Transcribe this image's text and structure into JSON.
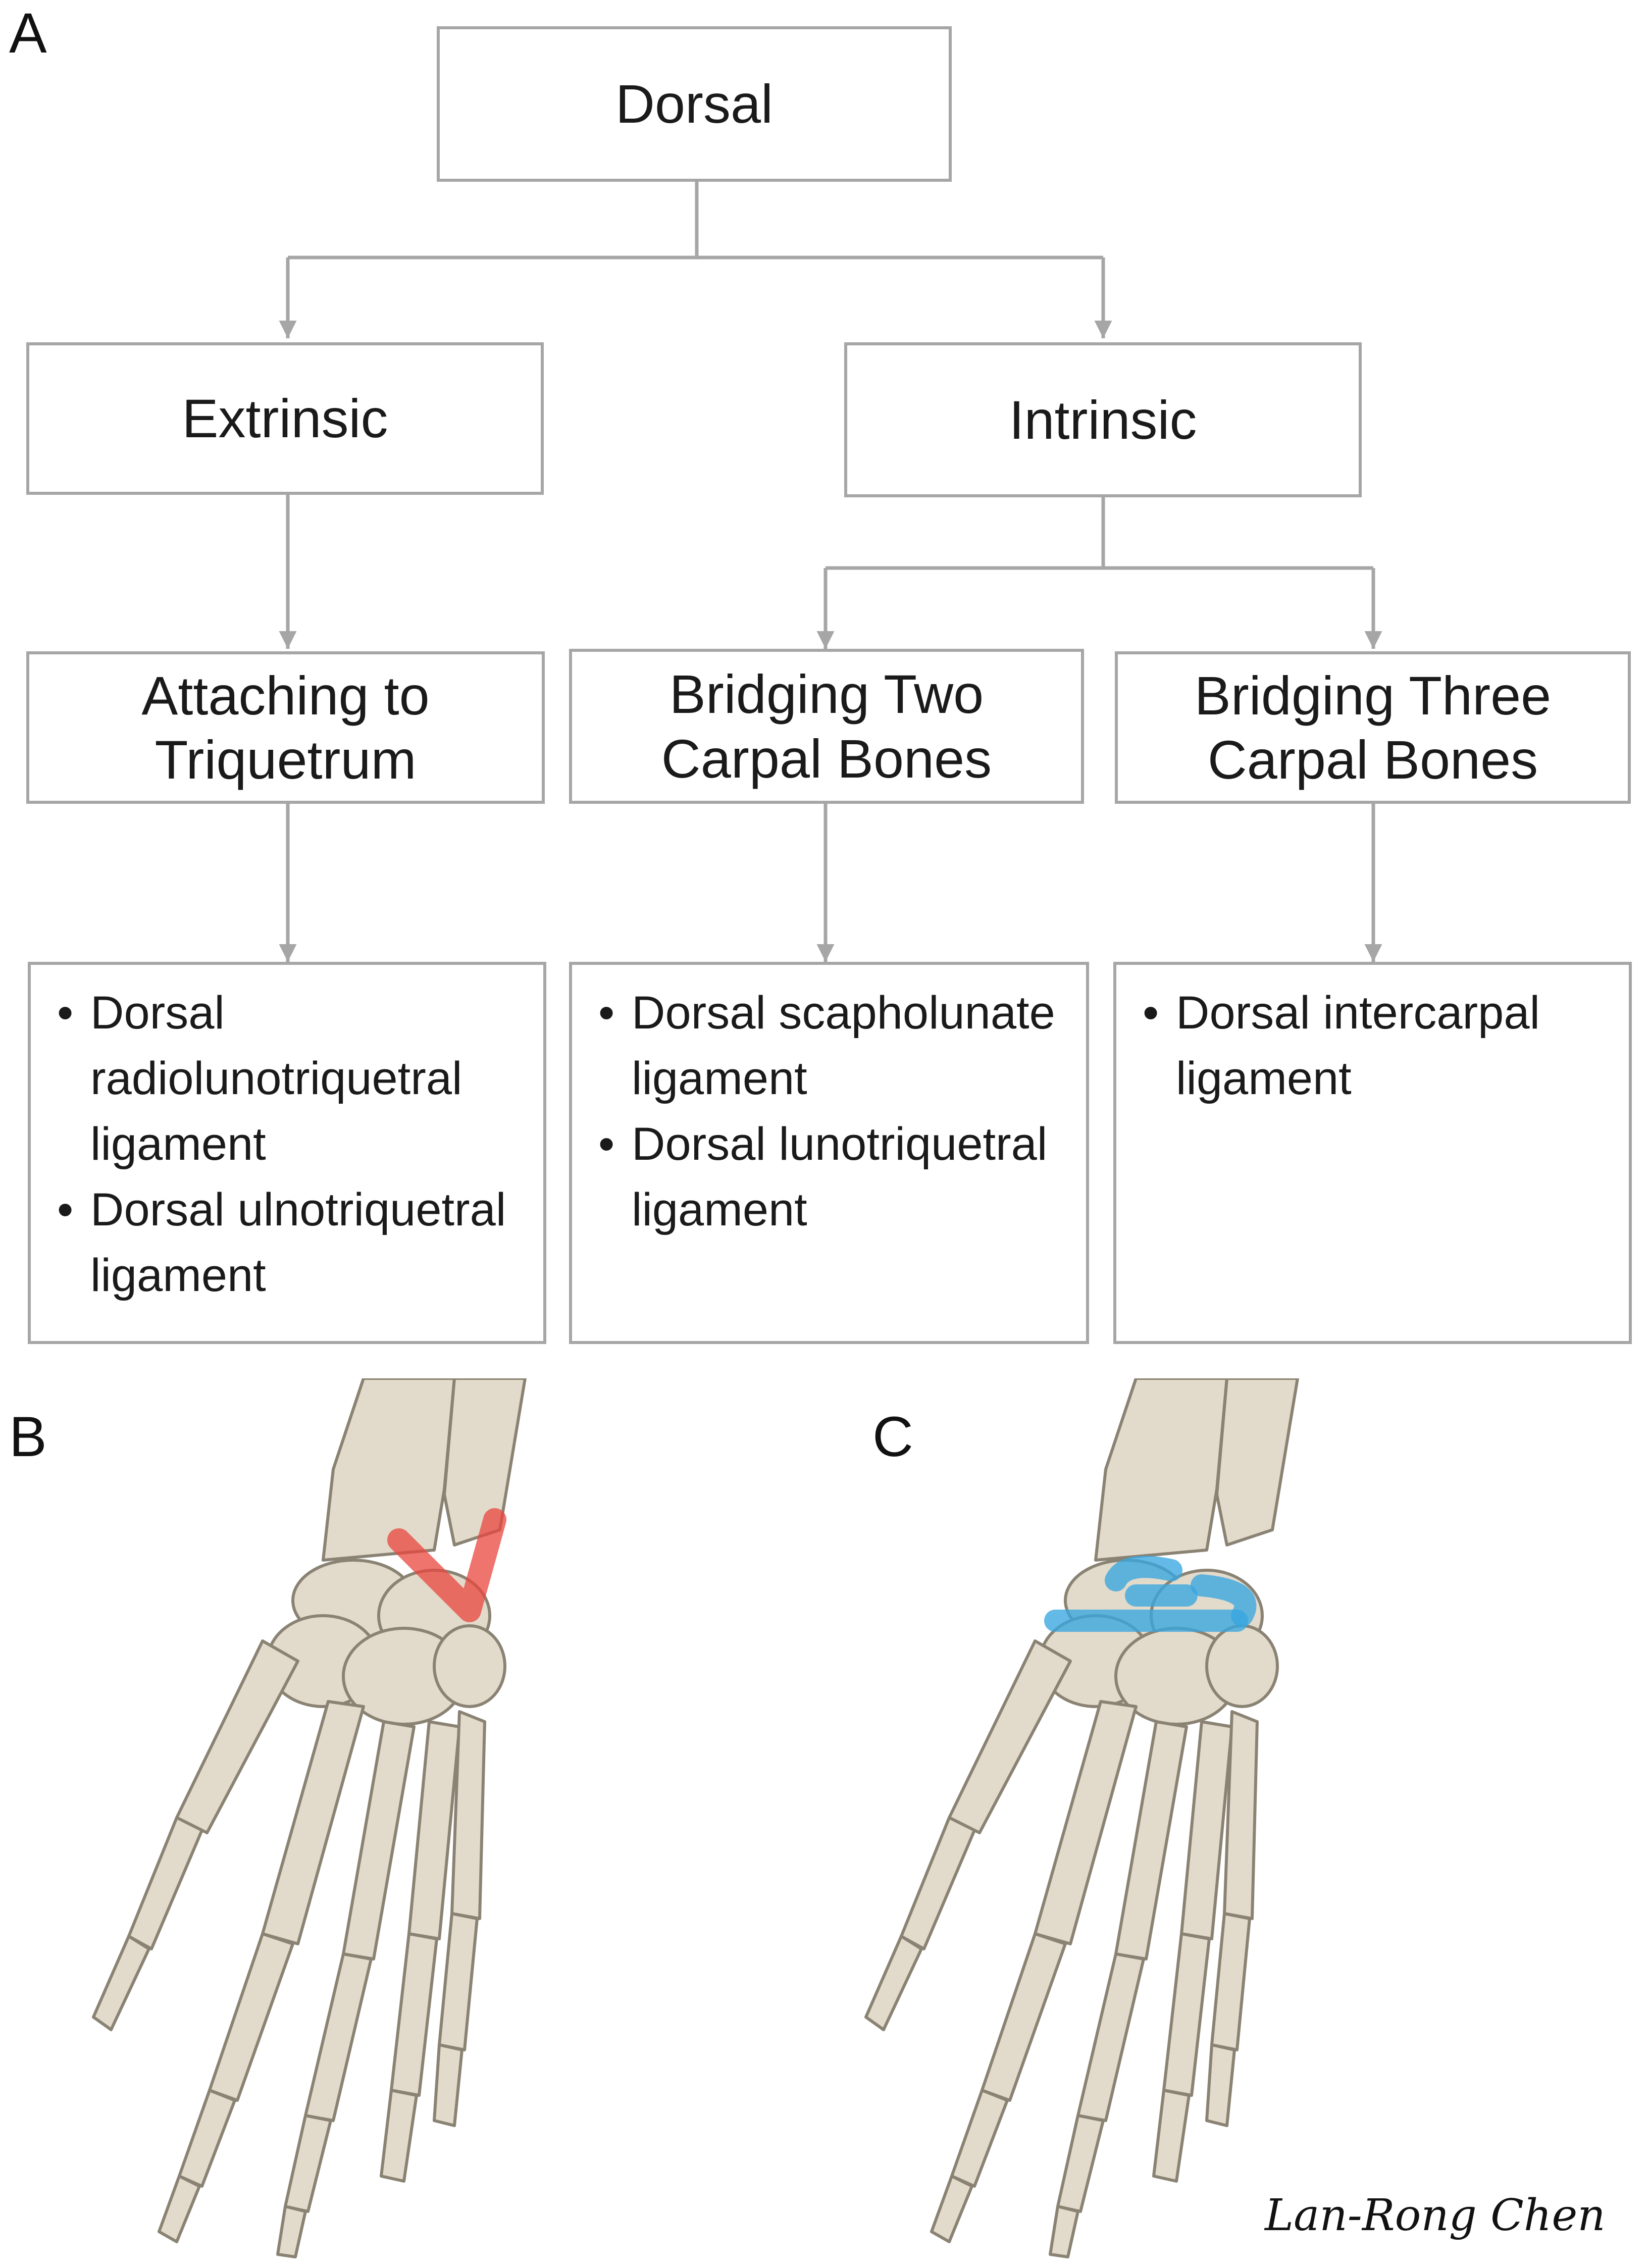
{
  "panels": {
    "a": "A",
    "b": "B",
    "c": "C"
  },
  "root": {
    "label": "Dorsal"
  },
  "level1": {
    "extrinsic": "Extrinsic",
    "intrinsic": "Intrinsic"
  },
  "level2": {
    "triquetrum": "Attaching to\nTriquetrum",
    "two_bones": "Bridging Two\nCarpal Bones",
    "three_bones": "Bridging Three\nCarpal Bones"
  },
  "lists": {
    "triquetrum": [
      "Dorsal radiolunotriquetral ligament",
      "Dorsal ulnotriquetral ligament"
    ],
    "two_bones": [
      "Dorsal scapholunate ligament",
      "Dorsal lunotriquetral ligament"
    ],
    "three_bones": [
      "Dorsal intercarpal ligament"
    ]
  },
  "signature": "Lan-Rong Chen",
  "colors": {
    "extrinsic_ligament": "#e8453c",
    "intrinsic_ligament": "#37a6e0",
    "bone": "#e2dacb",
    "connector": "#a6a6a6"
  }
}
